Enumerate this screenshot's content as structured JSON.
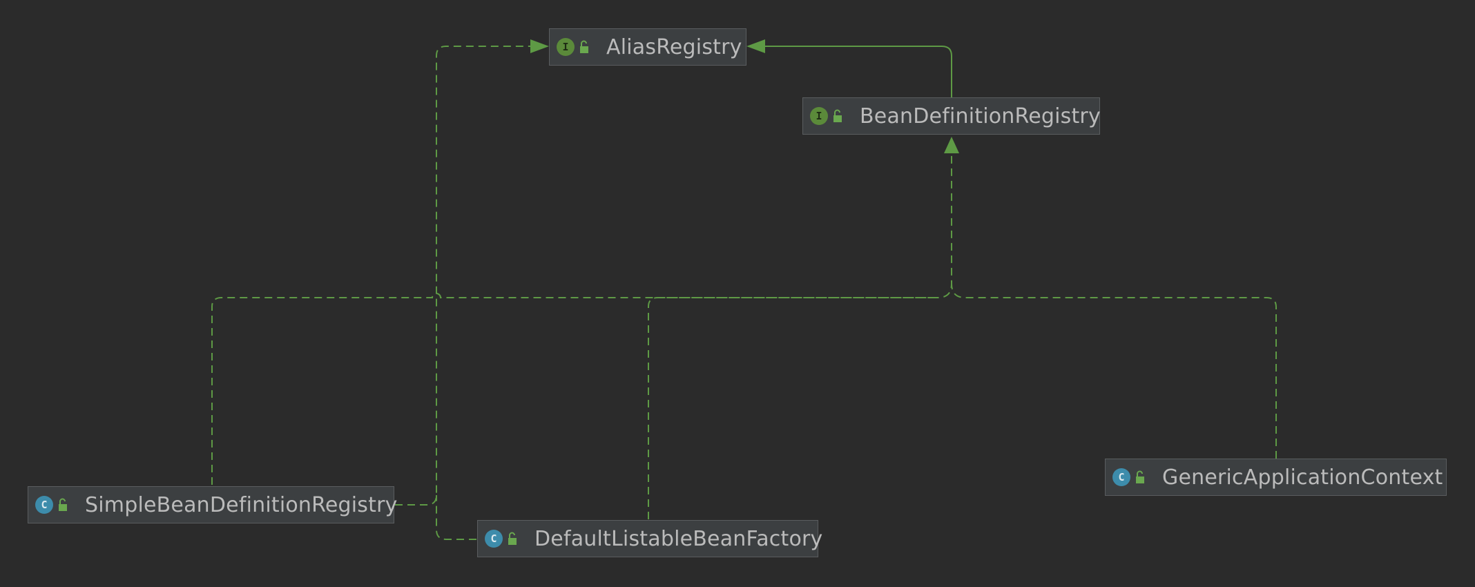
{
  "diagram": {
    "background": "#2b2b2b",
    "edge_color": "#5e9a45",
    "nodes": [
      {
        "id": "alias-registry",
        "label": "AliasRegistry",
        "kind": "interface",
        "kind_glyph": "I",
        "visibility_icon": "open-lock-icon"
      },
      {
        "id": "bean-definition-registry",
        "label": "BeanDefinitionRegistry",
        "kind": "interface",
        "kind_glyph": "I",
        "visibility_icon": "open-lock-icon"
      },
      {
        "id": "simple-bean-definition-registry",
        "label": "SimpleBeanDefinitionRegistry",
        "kind": "class",
        "kind_glyph": "C",
        "visibility_icon": "open-lock-icon"
      },
      {
        "id": "default-listable-bean-factory",
        "label": "DefaultListableBeanFactory",
        "kind": "class",
        "kind_glyph": "C",
        "visibility_icon": "open-lock-icon"
      },
      {
        "id": "generic-application-context",
        "label": "GenericApplicationContext",
        "kind": "class",
        "kind_glyph": "C",
        "visibility_icon": "open-lock-icon"
      }
    ],
    "edges": [
      {
        "from": "bean-definition-registry",
        "to": "alias-registry",
        "style": "solid",
        "relation": "extends"
      },
      {
        "from": "simple-bean-definition-registry",
        "to": "alias-registry",
        "style": "dashed",
        "relation": "implements"
      },
      {
        "from": "default-listable-bean-factory",
        "to": "alias-registry",
        "style": "dashed",
        "relation": "implements"
      },
      {
        "from": "simple-bean-definition-registry",
        "to": "bean-definition-registry",
        "style": "dashed",
        "relation": "implements"
      },
      {
        "from": "default-listable-bean-factory",
        "to": "bean-definition-registry",
        "style": "dashed",
        "relation": "implements"
      },
      {
        "from": "generic-application-context",
        "to": "bean-definition-registry",
        "style": "dashed",
        "relation": "implements"
      }
    ]
  }
}
